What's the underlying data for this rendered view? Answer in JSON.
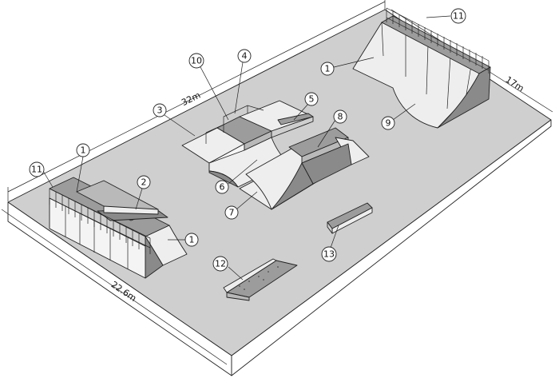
{
  "dimensions": {
    "length": "32m",
    "width": "17m",
    "diagonal": "22.6m"
  },
  "callouts": [
    {
      "id": "callout-1a",
      "label": "1"
    },
    {
      "id": "callout-1b",
      "label": "1"
    },
    {
      "id": "callout-1c",
      "label": "1"
    },
    {
      "id": "callout-2",
      "label": "2"
    },
    {
      "id": "callout-3",
      "label": "3"
    },
    {
      "id": "callout-4",
      "label": "4"
    },
    {
      "id": "callout-5",
      "label": "5"
    },
    {
      "id": "callout-6",
      "label": "6"
    },
    {
      "id": "callout-7",
      "label": "7"
    },
    {
      "id": "callout-8",
      "label": "8"
    },
    {
      "id": "callout-9",
      "label": "9"
    },
    {
      "id": "callout-10",
      "label": "10"
    },
    {
      "id": "callout-11a",
      "label": "11"
    },
    {
      "id": "callout-11b",
      "label": "11"
    },
    {
      "id": "callout-12",
      "label": "12"
    },
    {
      "id": "callout-13",
      "label": "13"
    }
  ],
  "colors": {
    "slab": "#cfcfcf",
    "slab_edge": "#ffffff",
    "ramp_light": "#eeeeee",
    "ramp_mid": "#b9b9b9",
    "ramp_dark": "#8a8a8a",
    "deck": "#9c9c9c"
  }
}
